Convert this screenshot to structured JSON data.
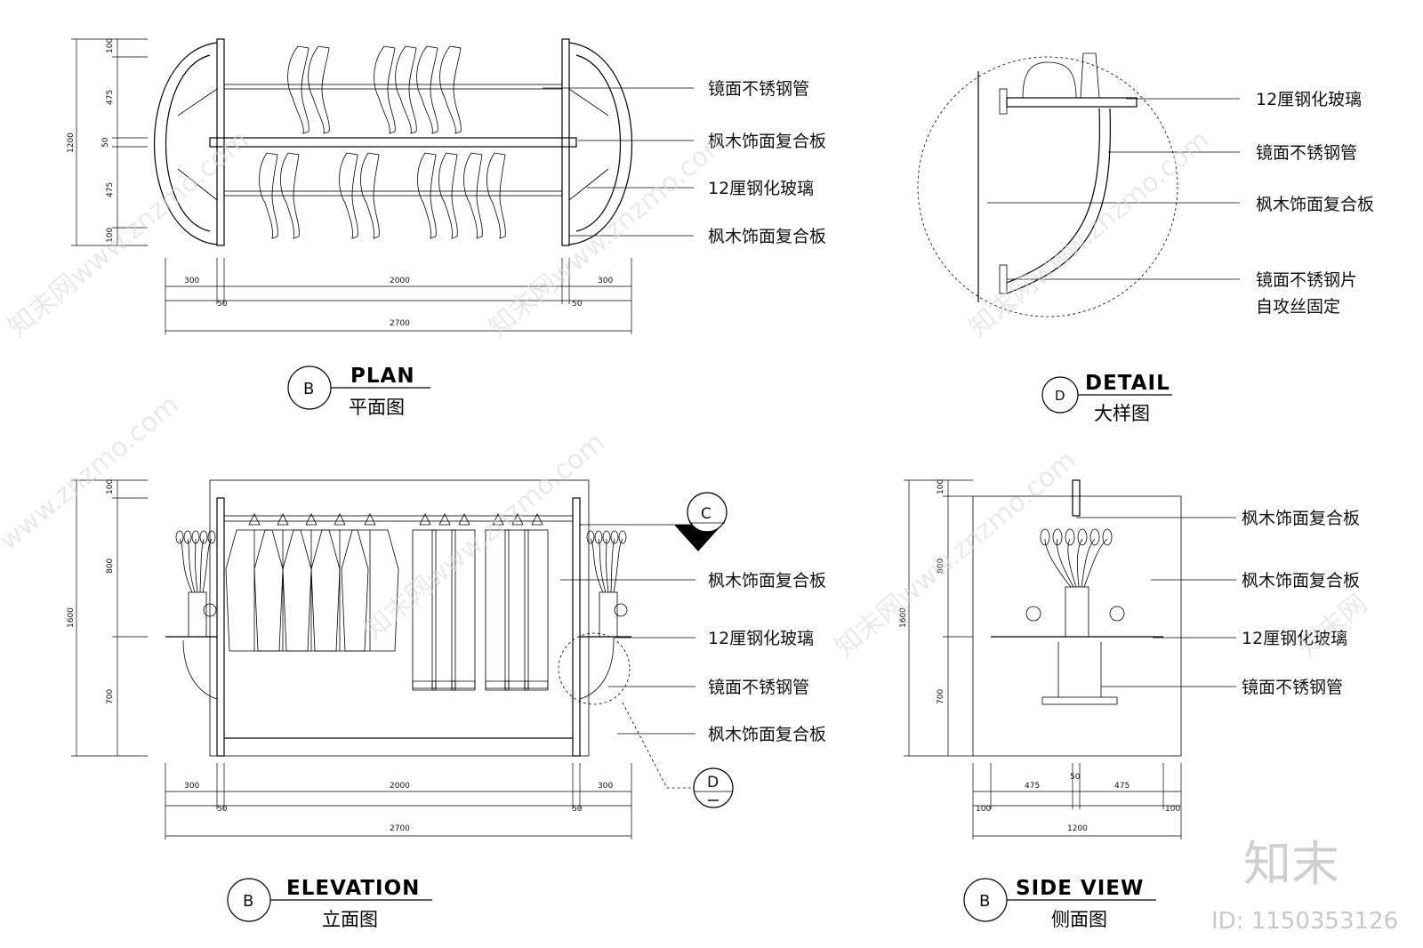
{
  "plan": {
    "title": "PLAN",
    "subtitle": "平面图",
    "marker": "B",
    "dims_h": [
      "300",
      "2000",
      "300",
      "50",
      "50",
      "2700"
    ],
    "dims_v": [
      "100",
      "475",
      "50",
      "475",
      "100",
      "1200"
    ],
    "notes": [
      "镜面不锈钢管",
      "枫木饰面复合板",
      "12厘钢化玻璃",
      "枫木饰面复合板"
    ]
  },
  "detail": {
    "title": "DETAIL",
    "subtitle": "大样图",
    "marker": "D",
    "notes": [
      "12厘钢化玻璃",
      "镜面不锈钢管",
      "枫木饰面复合板",
      "镜面不锈钢片",
      "自攻丝固定"
    ]
  },
  "elevation": {
    "title": "ELEVATION",
    "subtitle": "立面图",
    "marker": "B",
    "section_marker": "C",
    "detail_marker": "D",
    "dims_h": [
      "300",
      "2000",
      "300",
      "50",
      "50",
      "2700"
    ],
    "dims_v": [
      "100",
      "800",
      "700",
      "1600"
    ],
    "notes": [
      "枫木饰面复合板",
      "12厘钢化玻璃",
      "镜面不锈钢管",
      "枫木饰面复合板"
    ]
  },
  "side": {
    "title": "SIDE VIEW",
    "subtitle": "侧面图",
    "marker": "B",
    "dims_h": [
      "475",
      "50",
      "475",
      "100",
      "100",
      "1200"
    ],
    "dims_v": [
      "100",
      "800",
      "700",
      "1600"
    ],
    "notes": [
      "枫木饰面复合板",
      "枫木饰面复合板",
      "12厘钢化玻璃",
      "镜面不锈钢管"
    ]
  },
  "brand": {
    "logo": "知末",
    "id": "ID: 1150353126",
    "watermark": "知末网www.znzmo.com"
  }
}
